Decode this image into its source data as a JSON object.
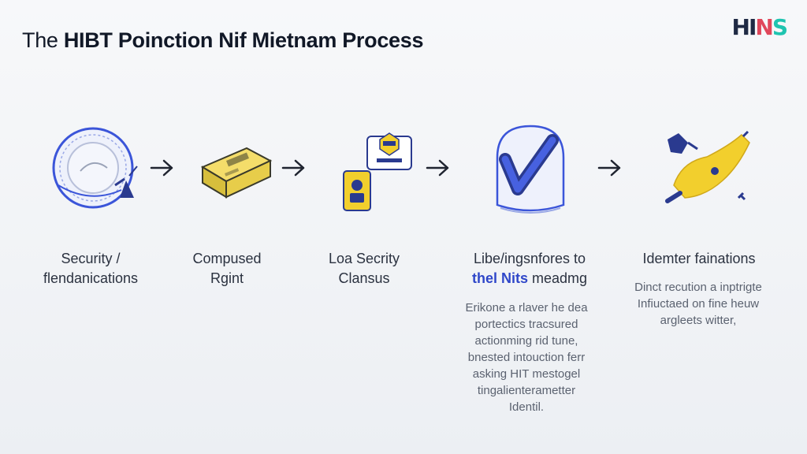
{
  "title": {
    "prefix": "The ",
    "main": "HIBT Poinction Nif Mietnam Process"
  },
  "logo": {
    "letters": [
      "HI",
      "N",
      "S"
    ],
    "colors": [
      "#1f2a44",
      "#e0475b",
      "#1fc4b0"
    ]
  },
  "colors": {
    "blue": "#3b55d9",
    "yellow": "#f2cf2d",
    "navy": "#2a3a8f"
  },
  "steps": [
    {
      "icon": "security-dial-icon",
      "label_lines": [
        "Security /",
        "flendanications"
      ]
    },
    {
      "icon": "gold-bar-icon",
      "label_lines": [
        "Compused",
        "Rgint"
      ]
    },
    {
      "icon": "id-badge-icon",
      "label_lines": [
        "Loa Secrity",
        "Clansus"
      ]
    },
    {
      "icon": "check-shield-icon",
      "label_line1": "Libe/ingsnfores to",
      "label_line2_accent": "thel Nits",
      "label_line2_rest": " meadmg",
      "desc_lines": [
        "Erikone a rlaver he dea",
        "portectics tracsured",
        "actionming rid tune,",
        "bnested intouction ferr",
        "asking HIT mestogel",
        "tingalienterametter",
        "Identil."
      ]
    },
    {
      "icon": "yellow-hand-icon",
      "label_lines": [
        "Idemter fainations"
      ],
      "desc_lines": [
        "Dinct recution a inptrigte",
        "Infiuctaed on fine heuw",
        "argleets witter,"
      ]
    }
  ]
}
